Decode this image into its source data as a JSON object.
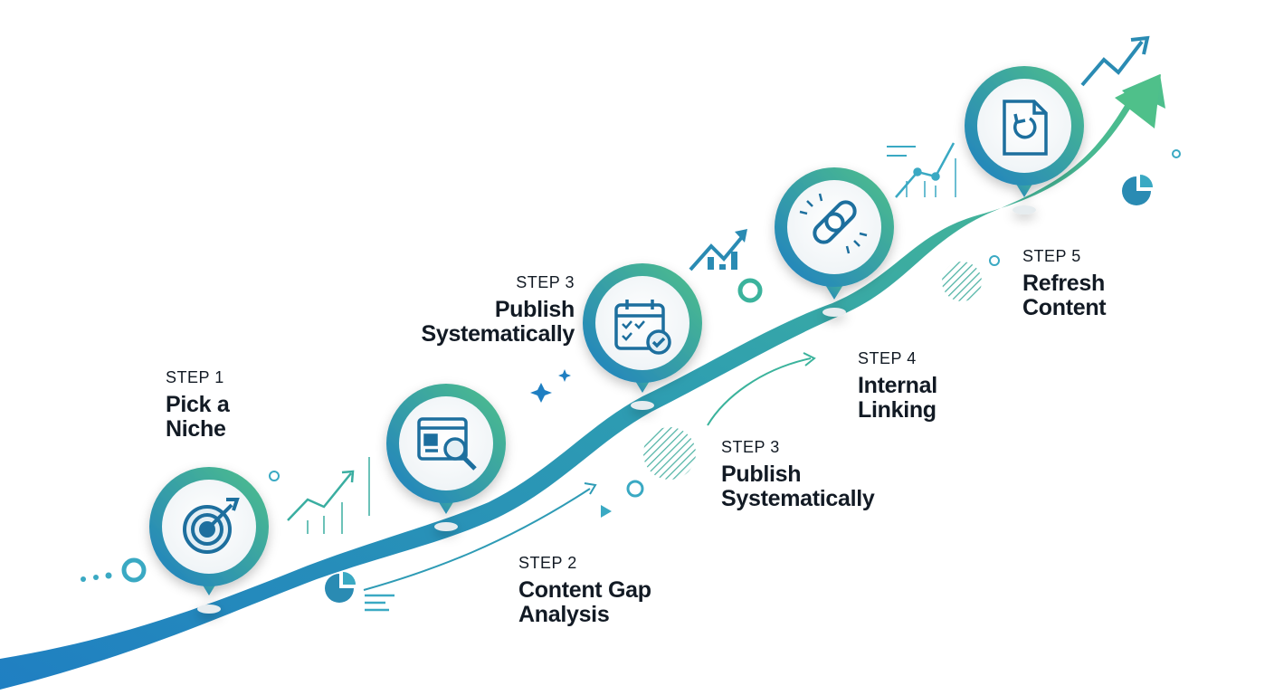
{
  "steps": [
    {
      "number": "STEP 1",
      "title_line1": "Pick a",
      "title_line2": "Niche",
      "icon": "target-icon"
    },
    {
      "number": "STEP 2",
      "title_line1": "Content Gap",
      "title_line2": "Analysis",
      "icon": "search-page-icon"
    },
    {
      "number": "STEP 3",
      "title_line1": "Publish",
      "title_line2": "Systematically",
      "icon": "calendar-check-icon"
    },
    {
      "number": "STEP 3",
      "title_line1": "Publish",
      "title_line2": "Systematically",
      "icon": "link-icon"
    },
    {
      "number": "STEP 4",
      "title_line1": "Internal",
      "title_line2": "Linking",
      "icon": "link-icon"
    },
    {
      "number": "STEP 5",
      "title_line1": "Refresh",
      "title_line2": "Content",
      "icon": "refresh-document-icon"
    }
  ],
  "colors": {
    "gradient_start": "#1f7fc2",
    "gradient_end": "#4fc08a",
    "icon_stroke": "#1d6f9e",
    "text": "#121a24",
    "disc": "#f4f8fa"
  }
}
